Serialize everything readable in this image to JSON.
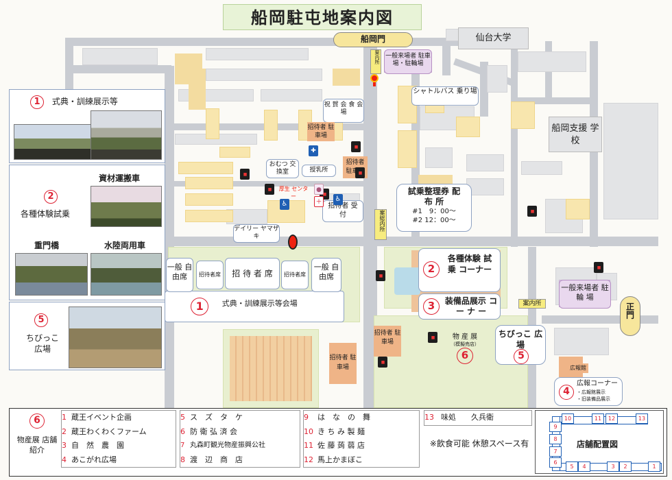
{
  "title": "船岡駐屯地案内図",
  "gates": {
    "main": "船岡門",
    "side": "正門"
  },
  "landmarks": {
    "sendai_univ": "仙台大学",
    "funaoka_school": "船岡支援 学校"
  },
  "parking": {
    "visitor_north": "一般来場者 駐車場・駐輪場",
    "visitor_east": "一般来場者 駐 輪 場",
    "guest_1": "招待者 駐車場",
    "guest_2": "招待者 駐車場",
    "guest_3": "招待者 駐車場",
    "guest_4": "招待者 駐車場"
  },
  "info_desks": {
    "gate": "案内所",
    "central": "案総内所",
    "east": "案内所"
  },
  "facilities": {
    "shuttle": "シャトルバス 乗り場",
    "banquet": "祝 賀 会 食 会　　場",
    "diaper": "おむつ 交換室",
    "nursing": "授乳所",
    "welfare": "厚生 センター",
    "guest_reception": "招待者 受　付",
    "daily": "デイリー ヤマザキ",
    "ticket_title": "試乗整理券 配 布 所",
    "ticket_time_1": "#1　9：00～",
    "ticket_time_2": "#2 12：00～",
    "pr_building": "広報館"
  },
  "venues": {
    "ceremony_num": "1",
    "ceremony": "式典・訓練展示等会場",
    "ride_num": "2",
    "ride": "各種体験 試　　乗 コーナー",
    "equip_num": "3",
    "equip": "装備品展示 コ ー ナ ー",
    "products_num": "6",
    "products": "物 産 展",
    "products_sub": "（模擬売店）",
    "kids_num": "5",
    "kids": "ちびっこ 広　場",
    "pr_num": "4",
    "pr": "広報コーナー",
    "pr_sub1": "・広報館展示",
    "pr_sub2": "・旧装備品展示"
  },
  "seating": {
    "general_left": "一般 自由席",
    "guest_a": "招待者席",
    "guest_main": "招 待 者 席",
    "guest_b": "招待者席",
    "general_right": "一般 自由席"
  },
  "side_panels": {
    "p1": {
      "num": "1",
      "label": "式典・訓練展示等"
    },
    "p2": {
      "num": "2",
      "label": "各種体験試乗",
      "cap1": "資材運搬車",
      "cap2": "重門橋",
      "cap3": "水陸両用車"
    },
    "p5": {
      "num": "5",
      "label": "ちびっこ 広場"
    }
  },
  "shops": {
    "section_num": "6",
    "section_label": "物産展 店舗紹介",
    "items": [
      {
        "num": "1",
        "name": "蔵王イベント企画"
      },
      {
        "num": "2",
        "name": "蔵王わくわくファーム"
      },
      {
        "num": "3",
        "name": "自　然　農　園"
      },
      {
        "num": "4",
        "name": "あこがれ広場"
      },
      {
        "num": "5",
        "name": "ス　ズ　タ　ケ"
      },
      {
        "num": "6",
        "name": "防 衛 弘 済 会"
      },
      {
        "num": "7",
        "name": "丸森町観光物産振興公社"
      },
      {
        "num": "8",
        "name": "渡　辺　商　店"
      },
      {
        "num": "9",
        "name": "は　な　の　舞"
      },
      {
        "num": "10",
        "name": "き ち み 製 麺"
      },
      {
        "num": "11",
        "name": "佐 藤 蒟 蒻 店"
      },
      {
        "num": "12",
        "name": "馬上かまぼこ"
      },
      {
        "num": "13",
        "name": "味処　　久兵衛"
      }
    ],
    "note": "※飲食可能 休憩スペース有",
    "layout_title": "店舗配置図"
  },
  "colors": {
    "road": "#c9ccd2",
    "accent_red": "#dd2233",
    "frame_blue": "#8ea2c2",
    "guest_orange": "#efb487"
  }
}
